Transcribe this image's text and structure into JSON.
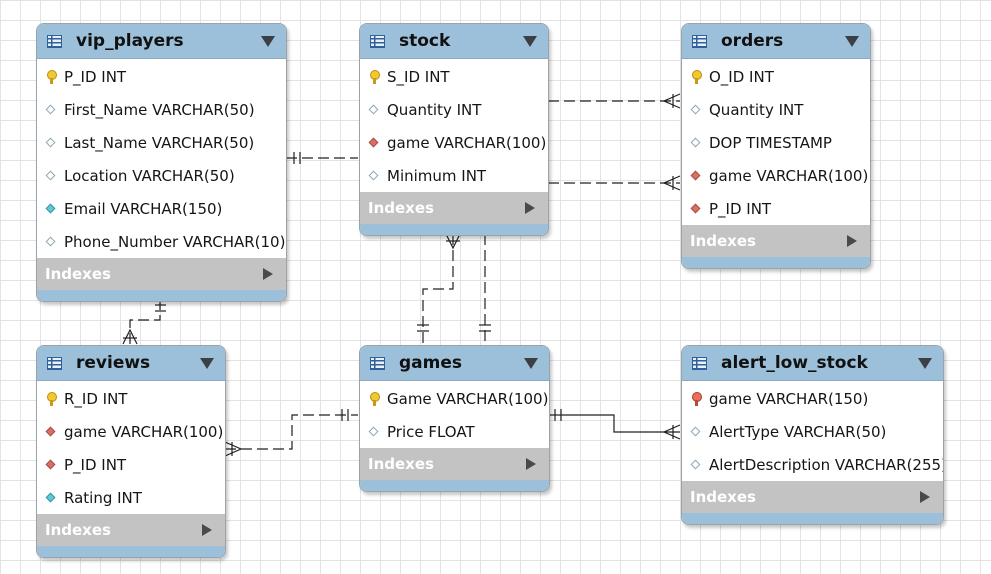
{
  "tables": [
    {
      "id": "vip_players",
      "name": "vip_players",
      "columns": [
        {
          "text": "P_ID INT",
          "icon": "key-icon"
        },
        {
          "text": "First_Name VARCHAR(50)",
          "icon": "diamond-empty-icon"
        },
        {
          "text": "Last_Name VARCHAR(50)",
          "icon": "diamond-empty-icon"
        },
        {
          "text": "Location VARCHAR(50)",
          "icon": "diamond-empty-icon"
        },
        {
          "text": "Email VARCHAR(150)",
          "icon": "diamond-cyan-icon"
        },
        {
          "text": "Phone_Number VARCHAR(10)",
          "icon": "diamond-empty-icon"
        }
      ],
      "indexes_label": "Indexes"
    },
    {
      "id": "stock",
      "name": "stock",
      "columns": [
        {
          "text": "S_ID INT",
          "icon": "key-icon"
        },
        {
          "text": "Quantity INT",
          "icon": "diamond-empty-icon"
        },
        {
          "text": "game VARCHAR(100)",
          "icon": "diamond-red-icon"
        },
        {
          "text": "Minimum INT",
          "icon": "diamond-empty-icon"
        }
      ],
      "indexes_label": "Indexes"
    },
    {
      "id": "orders",
      "name": "orders",
      "columns": [
        {
          "text": "O_ID INT",
          "icon": "key-icon"
        },
        {
          "text": "Quantity INT",
          "icon": "diamond-empty-icon"
        },
        {
          "text": "DOP TIMESTAMP",
          "icon": "diamond-empty-icon"
        },
        {
          "text": "game VARCHAR(100)",
          "icon": "diamond-red-icon"
        },
        {
          "text": "P_ID INT",
          "icon": "diamond-red-icon"
        }
      ],
      "indexes_label": "Indexes"
    },
    {
      "id": "reviews",
      "name": "reviews",
      "columns": [
        {
          "text": "R_ID INT",
          "icon": "key-icon"
        },
        {
          "text": "game VARCHAR(100)",
          "icon": "diamond-red-icon"
        },
        {
          "text": "P_ID INT",
          "icon": "diamond-red-icon"
        },
        {
          "text": "Rating INT",
          "icon": "diamond-cyan-icon"
        }
      ],
      "indexes_label": "Indexes"
    },
    {
      "id": "games",
      "name": "games",
      "columns": [
        {
          "text": "Game VARCHAR(100)",
          "icon": "key-icon"
        },
        {
          "text": "Price FLOAT",
          "icon": "diamond-empty-icon"
        }
      ],
      "indexes_label": "Indexes"
    },
    {
      "id": "alert_low_stock",
      "name": "alert_low_stock",
      "columns": [
        {
          "text": "game VARCHAR(150)",
          "icon": "foreign-key-icon"
        },
        {
          "text": "AlertType VARCHAR(50)",
          "icon": "diamond-empty-icon"
        },
        {
          "text": "AlertDescription VARCHAR(255)",
          "icon": "diamond-empty-icon"
        }
      ],
      "indexes_label": "Indexes"
    }
  ],
  "relationships": [
    {
      "from": "vip_players",
      "to": "stock",
      "style": "dashed",
      "end_from": "one",
      "end_to": "none"
    },
    {
      "from": "stock",
      "to": "orders",
      "style": "dashed",
      "end_from": "none",
      "end_to": "many"
    },
    {
      "from": "stock",
      "to": "orders",
      "style": "dashed",
      "end_from": "none",
      "end_to": "many"
    },
    {
      "from": "stock",
      "to": "games",
      "style": "dashed",
      "end_from": "many",
      "end_to": "one"
    },
    {
      "from": "stock",
      "to": "games",
      "style": "dashed",
      "end_from": "none",
      "end_to": "one"
    },
    {
      "from": "vip_players",
      "to": "reviews",
      "style": "dashed",
      "end_from": "one",
      "end_to": "many"
    },
    {
      "from": "reviews",
      "to": "games",
      "style": "dashed",
      "end_from": "many",
      "end_to": "one"
    },
    {
      "from": "games",
      "to": "alert_low_stock",
      "style": "solid",
      "end_from": "one",
      "end_to": "many"
    }
  ]
}
